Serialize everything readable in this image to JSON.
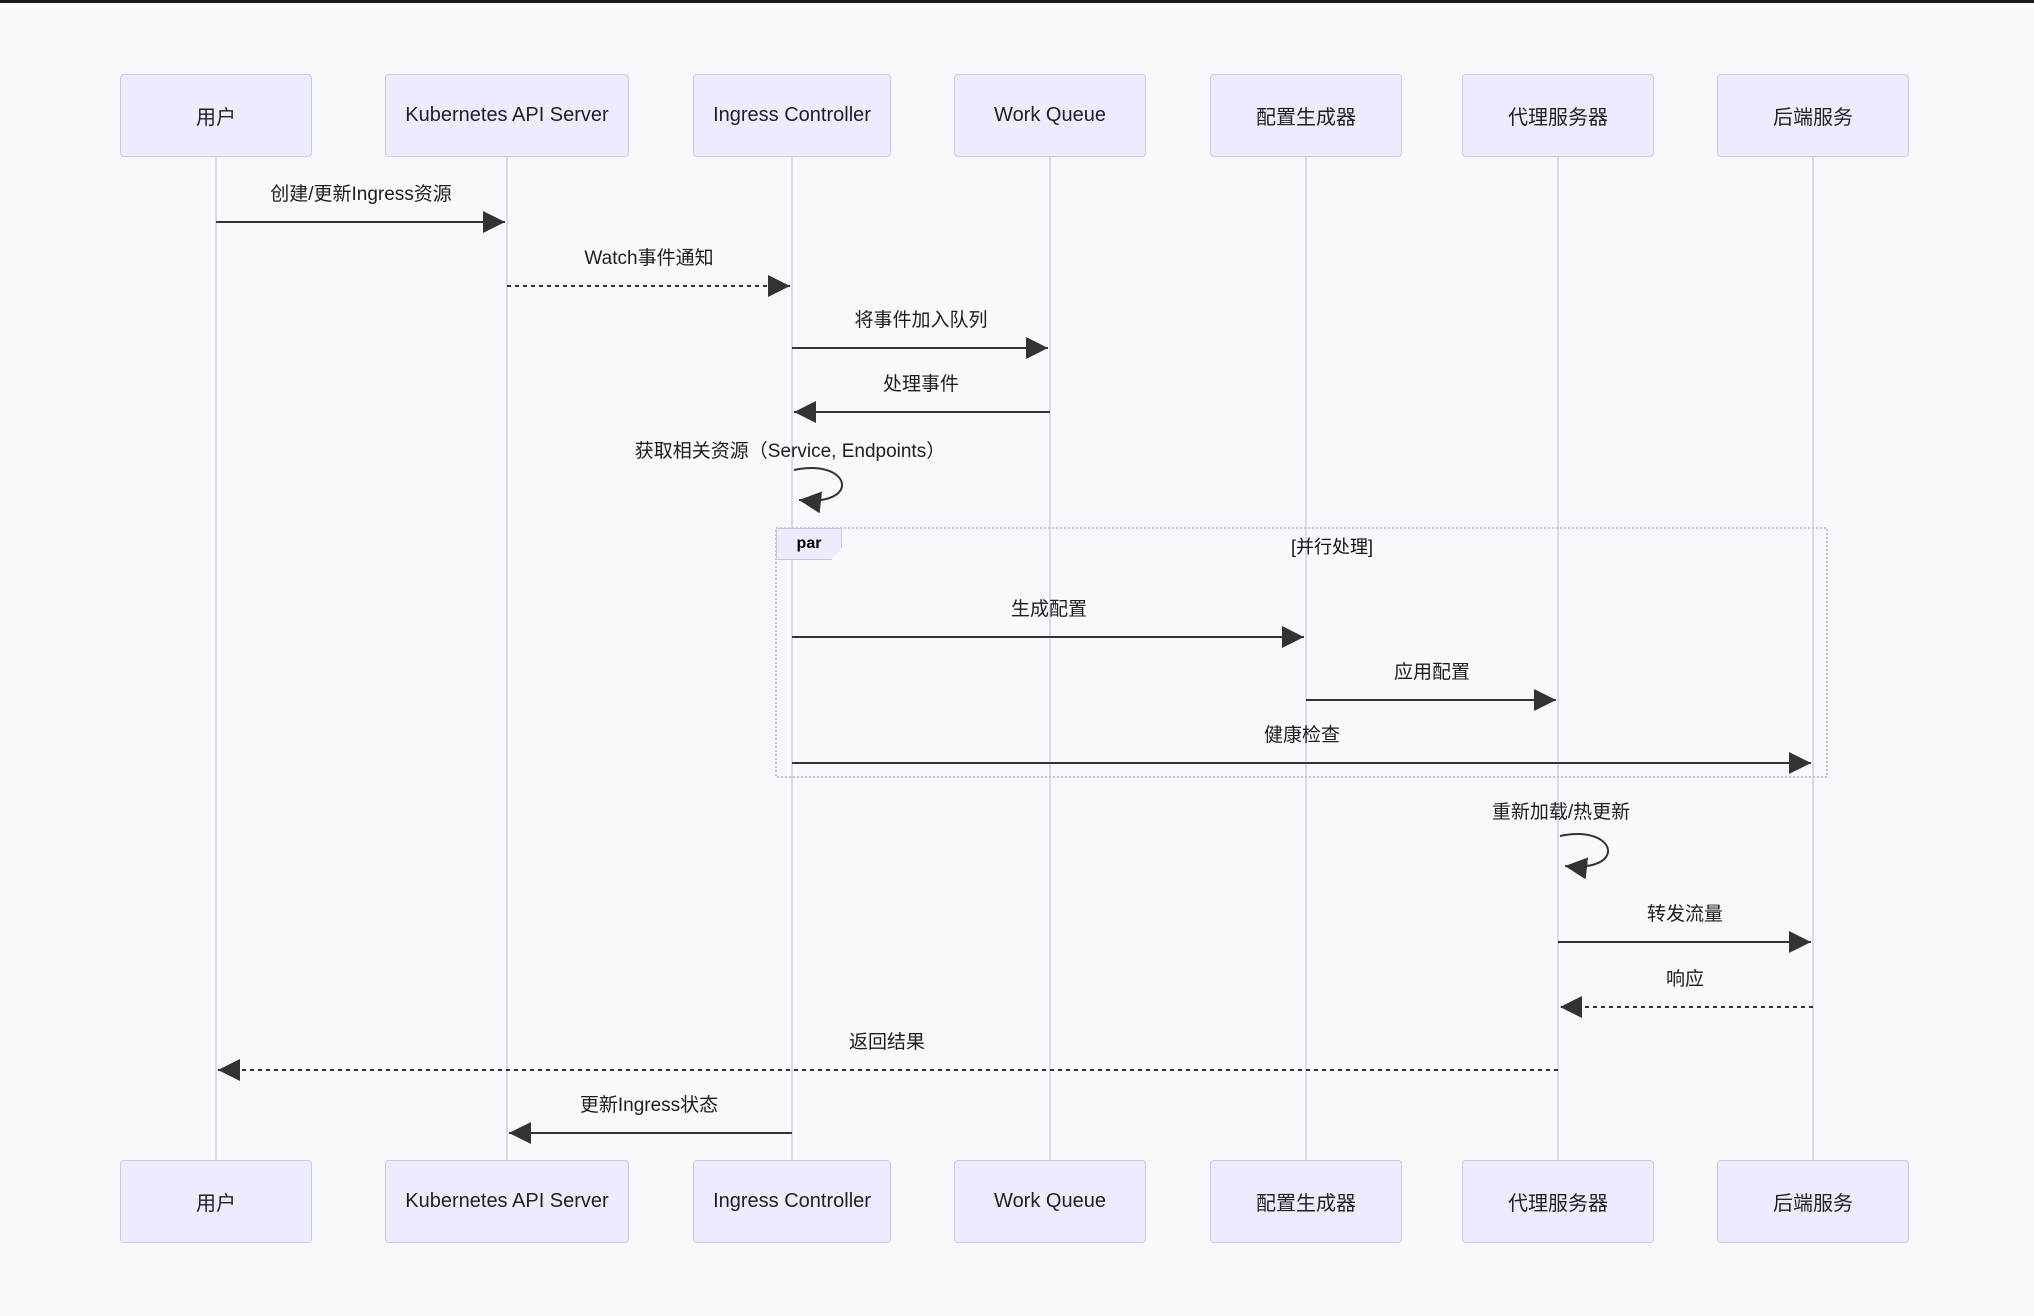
{
  "diagram": {
    "type": "sequence-diagram",
    "participants": [
      {
        "name": "用户"
      },
      {
        "name": "Kubernetes API Server"
      },
      {
        "name": "Ingress Controller"
      },
      {
        "name": "Work Queue"
      },
      {
        "name": "配置生成器"
      },
      {
        "name": "代理服务器"
      },
      {
        "name": "后端服务"
      }
    ],
    "messages": [
      {
        "label": "创建/更新Ingress资源",
        "from": "用户",
        "to": "Kubernetes API Server",
        "line": "solid"
      },
      {
        "label": "Watch事件通知",
        "from": "Kubernetes API Server",
        "to": "Ingress Controller",
        "line": "dashed"
      },
      {
        "label": "将事件加入队列",
        "from": "Ingress Controller",
        "to": "Work Queue",
        "line": "solid"
      },
      {
        "label": "处理事件",
        "from": "Work Queue",
        "to": "Ingress Controller",
        "line": "solid"
      },
      {
        "label": "获取相关资源（Service, Endpoints）",
        "from": "Ingress Controller",
        "to": "Ingress Controller",
        "line": "self"
      },
      {
        "label": "生成配置",
        "from": "Ingress Controller",
        "to": "配置生成器",
        "line": "solid"
      },
      {
        "label": "应用配置",
        "from": "配置生成器",
        "to": "代理服务器",
        "line": "solid"
      },
      {
        "label": "健康检查",
        "from": "Ingress Controller",
        "to": "后端服务",
        "line": "solid"
      },
      {
        "label": "重新加载/热更新",
        "from": "代理服务器",
        "to": "代理服务器",
        "line": "self"
      },
      {
        "label": "转发流量",
        "from": "代理服务器",
        "to": "后端服务",
        "line": "solid"
      },
      {
        "label": "响应",
        "from": "后端服务",
        "to": "代理服务器",
        "line": "dashed"
      },
      {
        "label": "返回结果",
        "from": "代理服务器",
        "to": "用户",
        "line": "dashed"
      },
      {
        "label": "更新Ingress状态",
        "from": "Ingress Controller",
        "to": "Kubernetes API Server",
        "line": "solid"
      }
    ],
    "par_block": {
      "tag": "par",
      "condition": "[并行处理]"
    }
  },
  "colors": {
    "actor_fill": "#ECECFF",
    "actor_border": "#cfc6ea",
    "lifeline": "#d5c9ee",
    "arrow": "#333333",
    "par_border": "#c9bce8",
    "background": "#f8f9fb",
    "text": "#1f1f1f"
  }
}
